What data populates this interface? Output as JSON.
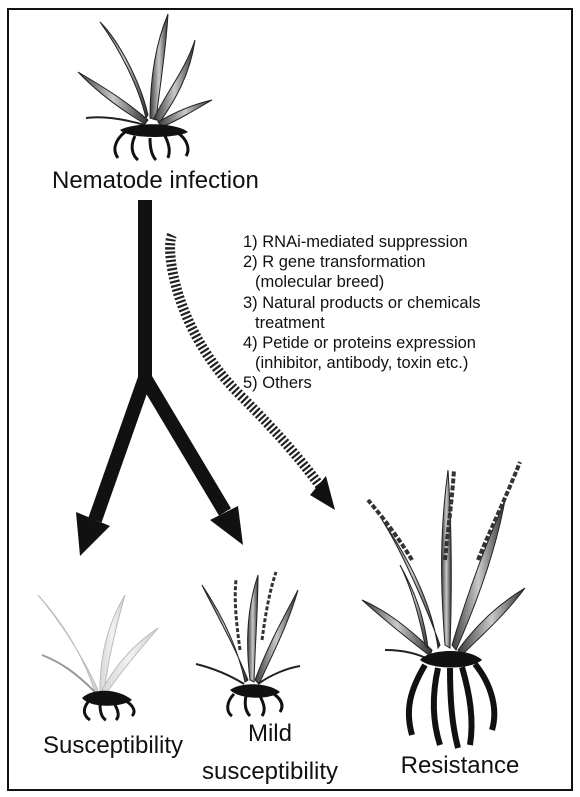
{
  "diagram": {
    "top_label": "Nematode infection",
    "methods": [
      "1) RNAi-mediated suppression",
      "2) R gene transformation",
      "(molecular breed)",
      "3) Natural products or chemicals",
      "treatment",
      "4) Petide or proteins expression",
      "(inhibitor, antibody, toxin etc.)",
      "5) Others"
    ],
    "outcomes": {
      "susceptibility": "Susceptibility",
      "mild_line1": "Mild",
      "mild_line2": "susceptibility",
      "resistance": "Resistance"
    }
  }
}
